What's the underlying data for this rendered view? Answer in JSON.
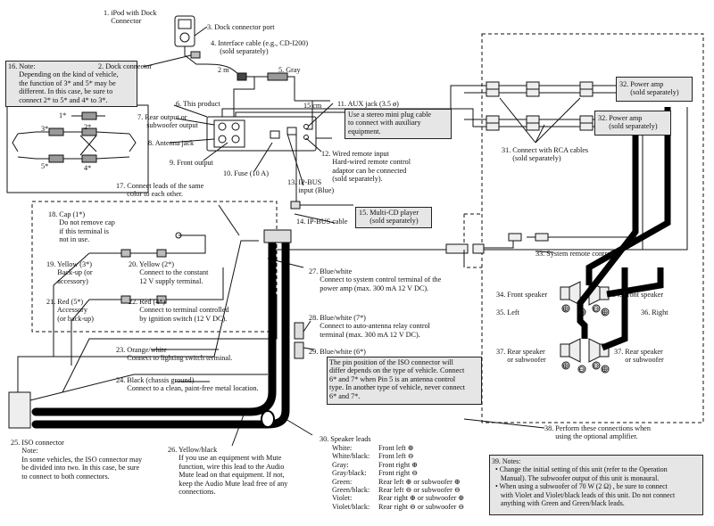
{
  "labels": {
    "l1": "1. iPod with Dock\n    Connector",
    "l2": "2. Dock connector",
    "l3": "3. Dock connector port",
    "l4": "4. Interface cable (e.g., CD-I200)\n     (sold separately)",
    "l4m": "2 m",
    "l5": "5. Gray",
    "l6": "6. This product",
    "l7": "7. Rear output or\n     subwoofer output",
    "l8": "8. Antenna jack",
    "l9": "9. Front output",
    "l10": "10. Fuse (10 A)",
    "l11": "11. AUX jack (3.5 ø)",
    "l11m": "15 cm",
    "l12": "12. Wired remote input\n      Hard-wired remote control\n      adaptor can be connected\n      (sold separately).",
    "l13": "13. IP-BUS\n      input (Blue)",
    "l14": "14. IP-BUS cable",
    "l17": "17. Connect leads of the same\n      color to each other.",
    "l18": "18. Cap (1*)\n      Do not remove cap\n      if this terminal is\n      not in use.",
    "l19": "19. Yellow (3*)\n      Back-up (or\n      accessory)",
    "l20": "20. Yellow (2*)\n      Connect to the constant\n      12 V supply terminal.",
    "l21": "21. Red (5*)\n      Accessory\n      (or back-up)",
    "l22": "22. Red (4*)\n      Connect to terminal controlled\n      by ignition switch (12 V DC).",
    "l23": "23. Orange/white\n      Connect to lighting switch terminal.",
    "l24": "24. Black (chassis ground)\n      Connect to a clean, paint-free metal location.",
    "l25": "25. ISO connector\n      Note:\n      In some vehicles, the ISO connector may\n      be divided into two. In this case, be sure\n      to connect to both connectors.",
    "l26": "26. Yellow/black\n      If you use an equipment with Mute\n      function, wire this lead to the Audio\n      Mute lead on that equipment. If not,\n      keep the Audio Mute lead free of any\n      connections.",
    "l27": "27. Blue/white\n      Connect to system control terminal of the\n      power amp (max. 300 mA 12 V DC).",
    "l28": "28. Blue/white (7*)\n      Connect to auto-antenna relay control\n      terminal (max. 300 mA 12 V DC).",
    "l29": "29. Blue/white (6*)",
    "l30": "30. Speaker leads",
    "l31": "31. Connect with RCA cables\n      (sold separately)",
    "l33": "33. System remote control",
    "l34a": "34. Front speaker",
    "l34b": "34. Front speaker",
    "l35": "35. Left",
    "l36": "36. Right",
    "l37a": "37. Rear speaker\n      or subwoofer",
    "l37b": "37. Rear speaker\n      or subwoofer",
    "l38": "38. Perform these connections when\n      using the optional amplifier.",
    "pin1": "1*",
    "pin2": "2*",
    "pin3": "3*",
    "pin4": "4*",
    "pin5": "5*"
  },
  "speaker_leads": [
    {
      "color": "White:",
      "desc": "Front left ⊕"
    },
    {
      "color": "White/black:",
      "desc": "Front left ⊖"
    },
    {
      "color": "Gray:",
      "desc": "Front right ⊕"
    },
    {
      "color": "Gray/black:",
      "desc": "Front right ⊖"
    },
    {
      "color": "Green:",
      "desc": "Rear left ⊕ or subwoofer ⊕"
    },
    {
      "color": "Green/black:",
      "desc": "Rear left ⊖ or subwoofer ⊖"
    },
    {
      "color": "Violet:",
      "desc": "Rear right ⊕ or subwoofer ⊕"
    },
    {
      "color": "Violet/black:",
      "desc": "Rear right ⊖ or subwoofer ⊖"
    }
  ],
  "boxes": {
    "note16": "16. Note:\n      Depending on the kind of vehicle,\n      the function of 3* and 5* may be\n      different. In this case, be sure to\n      connect 2* to 5* and 4* to 3*.",
    "aux": "Use a stereo mini plug cable\nto connect with auxiliary\nequipment.",
    "multicd": "15. Multi-CD player\n      (sold separately)",
    "amp1": "32. Power amp\n      (sold separately)",
    "amp2": "32. Power amp\n      (sold separately)",
    "iso_note": "The pin position of the ISO connector will\ndiffer depends on the type of vehicle. Connect\n6* and 7* when Pin 5 is an antenna control\ntype. In another type of vehicle, never connect\n6* and 7*.",
    "note39": "39. Notes:\n  • Change the initial setting of this unit (refer to the Operation\n     Manual). The subwoofer output of this unit is monaural.\n  • When using a subwoofer of 70 W (2 Ω) , be sure to connect\n     with Violet and Violet/black leads of this unit. Do not connect\n     anything with Green and Green/black leads."
  },
  "symbols": {
    "plus": "⊕",
    "minus": "⊖"
  }
}
